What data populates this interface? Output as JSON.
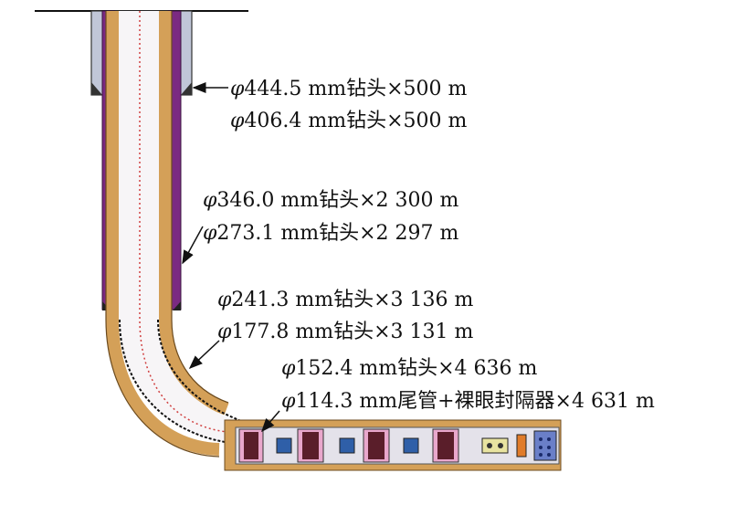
{
  "colors": {
    "purple": "#7b2a82",
    "tan": "#d4a058",
    "brown": "#6b4a1e",
    "gray": "#c0c6d8",
    "inner": "#f7f5f7",
    "redline": "#d04040",
    "packer": "#5a1e2a",
    "pink": "#e9a7cc",
    "blue": "#2f5fa8"
  },
  "labels": [
    {
      "phi": "φ",
      "text": "444.5 mm钻头×500 m"
    },
    {
      "phi": "φ",
      "text": "406.4 mm钻头×500 m"
    },
    {
      "phi": "φ",
      "text": "346.0 mm钻头×2 300 m"
    },
    {
      "phi": "φ",
      "text": "273.1 mm钻头×2 297 m"
    },
    {
      "phi": "φ",
      "text": "241.3 mm钻头×3 136 m"
    },
    {
      "phi": "φ",
      "text": "177.8 mm钻头×3 131 m"
    },
    {
      "phi": "φ",
      "text": "152.4 mm钻头×4 636 m"
    },
    {
      "phi": "φ",
      "text": "114.3 mm尾管+裸眼封隔器×4 631 m"
    }
  ]
}
